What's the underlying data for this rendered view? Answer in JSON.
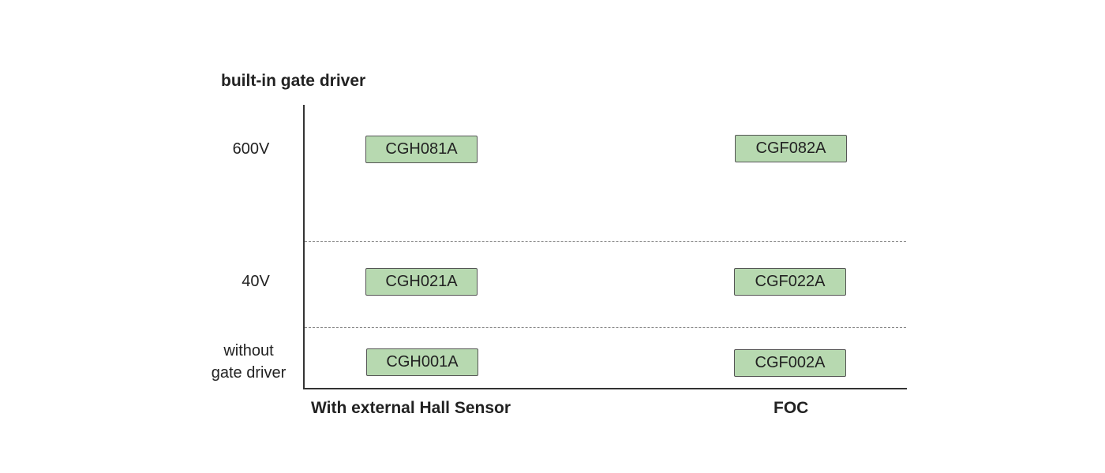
{
  "title": "built-in gate driver",
  "rows": [
    {
      "label": "600V"
    },
    {
      "label": "40V"
    },
    {
      "label_line1": "without",
      "label_line2": "gate driver"
    }
  ],
  "columns": [
    {
      "label": "With external Hall Sensor"
    },
    {
      "label": "FOC"
    }
  ],
  "chips": {
    "r600_hall": "CGH081A",
    "r600_foc": "CGF082A",
    "r40_hall": "CGH021A",
    "r40_foc": "CGF022A",
    "rnone_hall": "CGH001A",
    "rnone_foc": "CGF002A"
  },
  "colors": {
    "chip_fill": "#b7d9b0",
    "chip_border": "#555555",
    "axis": "#333333",
    "divider": "#888888"
  }
}
